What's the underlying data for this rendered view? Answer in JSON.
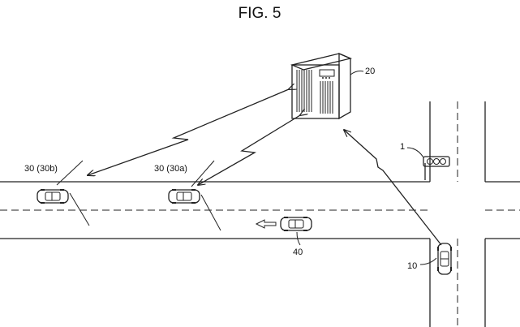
{
  "figure": {
    "title": "FIG. 5"
  },
  "labels": {
    "server": "20",
    "signal": "1",
    "vehicle_b": "30 (30b)",
    "vehicle_a": "30 (30a)",
    "vehicle_40": "40",
    "vehicle_10": "10"
  }
}
